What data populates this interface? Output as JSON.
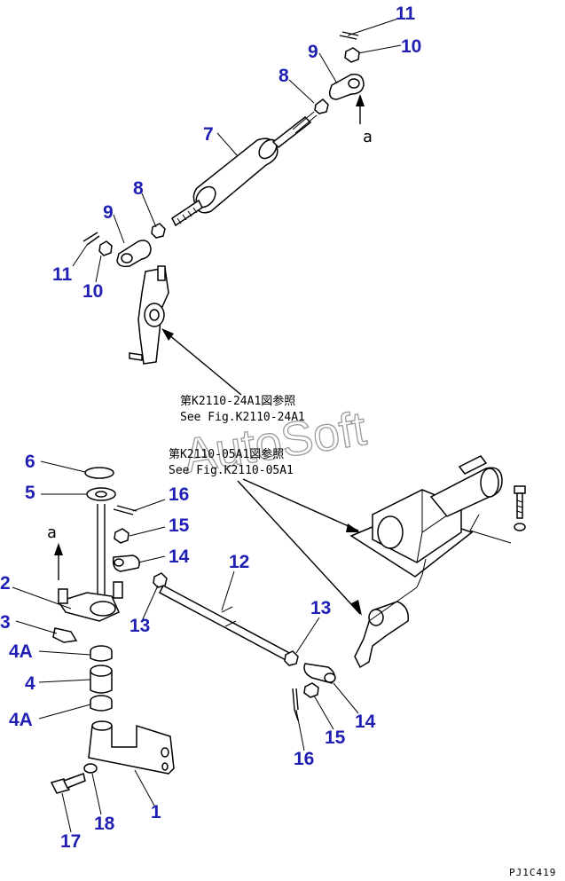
{
  "watermark": "AutoSoft",
  "figure_code": "PJ1C419",
  "references": [
    {
      "jp": "第K2110-24A1図参照",
      "en": "See Fig.K2110-24A1"
    },
    {
      "jp": "第K2110-05A1図参照",
      "en": "See Fig.K2110-05A1"
    }
  ],
  "view_marker": "a",
  "callouts": [
    "11",
    "9",
    "10",
    "8",
    "7",
    "8",
    "9",
    "11",
    "10",
    "6",
    "5",
    "16",
    "15",
    "14",
    "12",
    "2",
    "13",
    "3",
    "4A",
    "4",
    "4A",
    "13",
    "14",
    "15",
    "16",
    "1",
    "18",
    "17"
  ]
}
